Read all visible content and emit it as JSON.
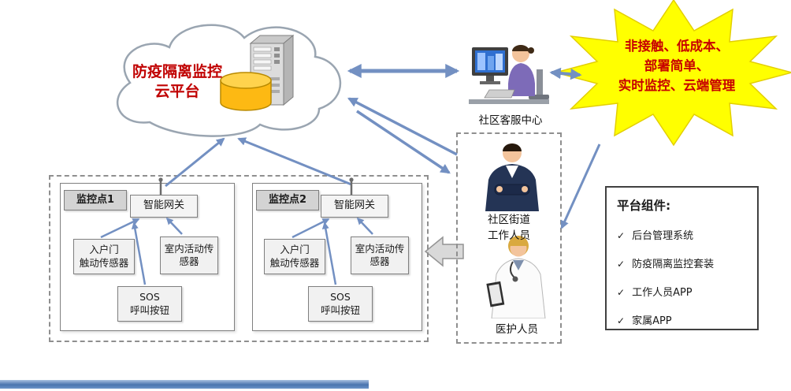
{
  "cloud": {
    "title": "防疫隔离监控\n云平台"
  },
  "callout": {
    "text": "非接触、低成本、\n部署简单、\n实时监控、云端管理"
  },
  "service_center": {
    "label": "社区客服中心"
  },
  "staff_box": {
    "worker_label": "社区街道\n工作人员",
    "medic_label": "医护人员"
  },
  "components": {
    "title": "平台组件:",
    "bullet": "✓",
    "items": [
      "后台管理系统",
      "防疫隔离监控套装",
      "工作人员APP",
      "家属APP"
    ]
  },
  "sites": [
    {
      "name": "监控点1",
      "gateway": "智能网关",
      "door_sensor": "入户门\n触动传感器",
      "motion_sensor": "室内活动传\n感器",
      "sos": "SOS\n呼叫按钮"
    },
    {
      "name": "监控点2",
      "gateway": "智能网关",
      "door_sensor": "入户门\n触动传感器",
      "motion_sensor": "室内活动传\n感器",
      "sos": "SOS\n呼叫按钮"
    }
  ]
}
